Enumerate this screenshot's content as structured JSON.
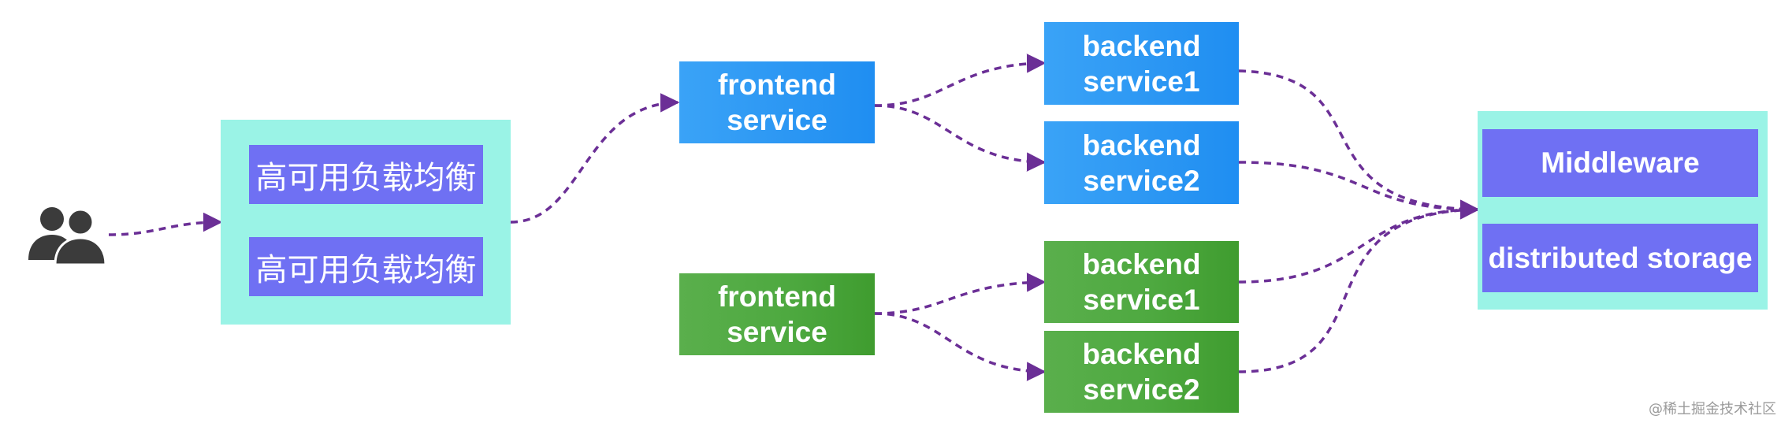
{
  "load_balancers": {
    "lb1": "高可用负载均衡",
    "lb2": "高可用负载均衡"
  },
  "frontend": {
    "blue": "frontend\nservice",
    "green": "frontend\nservice"
  },
  "backend": {
    "blue1": "backend\nservice1",
    "blue2": "backend\nservice2",
    "green1": "backend\nservice1",
    "green2": "backend\nservice2"
  },
  "storage": {
    "middleware": "Middleware",
    "distributed": "distributed storage"
  },
  "watermark": "@稀土掘金技术社区",
  "colors": {
    "lb_group": "#9af3e6",
    "lb_box": "#6f70f3",
    "blue_service": "#2c97f3",
    "green_service": "#4ea940",
    "arrow": "#6b2f96"
  },
  "icons": {
    "users": "users-icon"
  }
}
